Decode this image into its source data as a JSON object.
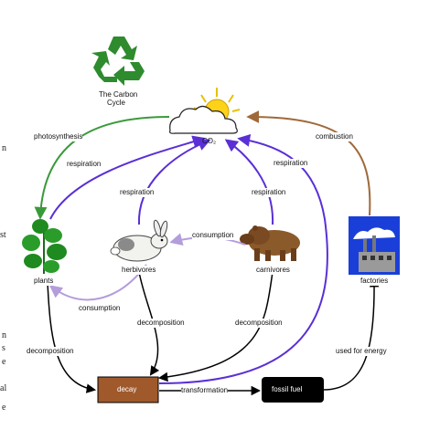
{
  "title": {
    "line1": "The Carbon",
    "line2": "Cycle"
  },
  "nodes": {
    "co2": "CO₂",
    "plants": "plants",
    "herbivores": "herbivores",
    "carnivores": "carnivores",
    "factories": "factories",
    "decay": "decay",
    "fossil_fuel": "fossil fuel"
  },
  "edges": {
    "photosynthesis": "photosynthesis",
    "combustion": "combustion",
    "respiration_plants": "respiration",
    "respiration_herbivores": "respiration",
    "respiration_carnivores": "respiration",
    "respiration_decay": "respiration",
    "consumption_herb_carn": "consumption",
    "consumption_plants_herb": "consumption",
    "decomposition_plants": "decomposition",
    "decomposition_herbivores": "decomposition",
    "decomposition_carnivores": "decomposition",
    "transformation": "transformation",
    "used_for_energy": "used for energy"
  },
  "edge_fragments": [
    "n",
    "st",
    "n",
    "s",
    "e",
    "al",
    "e"
  ],
  "colors": {
    "green": "#3a9a3a",
    "brown": "#a0693a",
    "purple": "#5a2fd6",
    "lavender": "#b39ddb",
    "black": "#000000",
    "decay_box": "#a0592a",
    "fossil_box": "#000000",
    "recycle": "#2e8b2e"
  }
}
